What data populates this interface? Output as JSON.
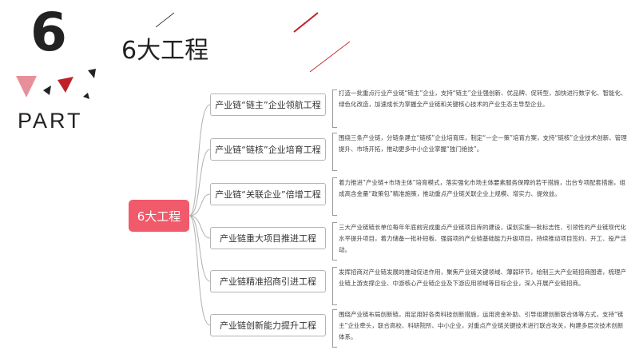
{
  "section": {
    "number": "6",
    "part_label": "PART"
  },
  "title": "6大工程",
  "center": {
    "label": "6大工程"
  },
  "branches": [
    {
      "label": "产业链“链主”企业领航工程",
      "desc": "打造一批重点行业产业链“链主”企业，支持“链主”企业强创新、优品牌、促转型，加快进行数字化、智能化、绿色化改造，加速成长为掌握全产业链和关键核心技术的产业生态主导型企业。"
    },
    {
      "label": "产业链“链核”企业培育工程",
      "desc": "围绕三条产业链，分链条建立“链核”企业培育库，制定“一企一策”培育方案，支持“链核”企业技术创新、管理提升、市场开拓，推动更多中小企业掌握“独门绝技”。"
    },
    {
      "label": "产业链“关联企业”倍增工程",
      "desc": "着力推进“产业链+市场主体”培育模式，落实强化市场主体要素服务保障的若干措施，出台专项配套措施，组成高含金量“政策包”精准施策，推动重点产业链关联企业上规模、增实力、提效益。"
    },
    {
      "label": "产业链重大项目推进工程",
      "desc": "三大产业链链长单位每年年底前完成重点产业链项目库的建设，谋划实施一批标志性、引领性的产业链现代化水平提升项目，着力储备一批补短板、强弱项的产业链基础能力升级项目，持续推动项目签约、开工、投产活动。"
    },
    {
      "label": "产业链精准招商引进工程",
      "desc": "发挥招商对产业链发展的推动促进作用，聚焦产业链关键领域、薄弱环节，绘制三大产业链招商图谱，梳理产业链上游支撑企业、中游核心产业链企业及下游应用领域等目标企业，深入开展产业链招商。"
    },
    {
      "label": "产业链创新能力提升工程",
      "desc": "围绕产业链布局创新链，用足用好各类科技创新措施，运用资金补助、引导组建创新联合体等方式，支持“链主”企业牵头，联合高校、科研院所、中小企业，对重点产业链关键技术进行联合攻关，构建多层次技术创新体系。"
    }
  ],
  "colors": {
    "accent": "#f05a6a",
    "dark_red": "#c0202a",
    "triangle_pink": "#e8909a",
    "line_gray": "#b0b0b0"
  }
}
